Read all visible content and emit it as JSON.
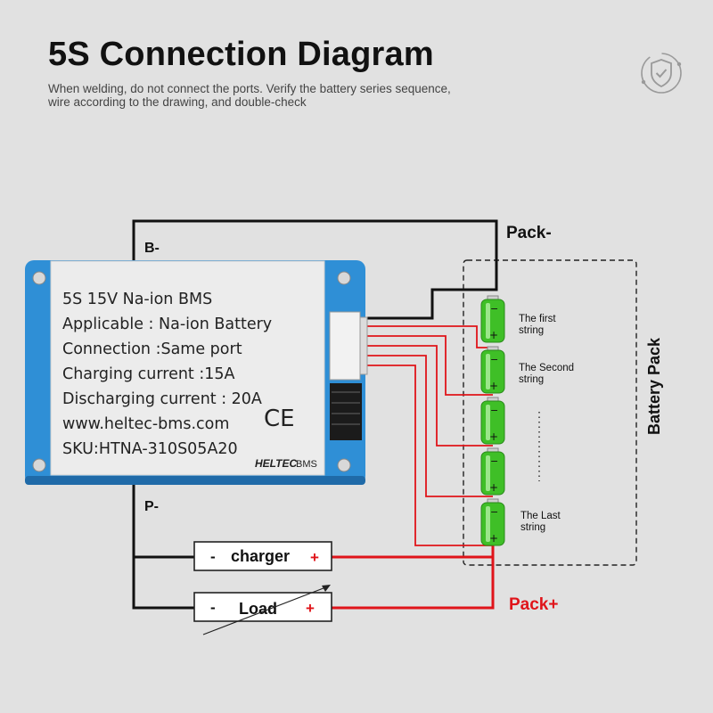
{
  "title": "5S Connection Diagram",
  "subtitle": {
    "line1": "When welding, do not connect the ports. Verify the battery series sequence,",
    "line2": "wire according to the drawing, and double-check"
  },
  "bms": {
    "lines": [
      "5S 15V Na-ion BMS",
      "Applicable : Na-ion Battery",
      "Connection :Same port",
      "Charging current :15A",
      "Discharging current : 20A",
      "www.heltec-bms.com",
      "SKU:HTNA-310S05A20"
    ],
    "ce_mark": "CE",
    "brand": "HELTEC",
    "brand_suffix": "BMS"
  },
  "labels": {
    "b_minus": "B-",
    "p_minus": "P-",
    "pack_minus": "Pack-",
    "pack_plus": "Pack+",
    "battery_pack": "Battery Pack"
  },
  "charger": {
    "minus": "-",
    "label": "charger",
    "plus": "+"
  },
  "load": {
    "minus": "-",
    "label": "Load",
    "plus": "+"
  },
  "cells": {
    "first_line1": "The first",
    "first_line2": "string",
    "second_line1": "The Second",
    "second_line2": "string",
    "last_line1": "The Last",
    "last_line2": "string",
    "cell_plus": "+",
    "cell_minus": "−"
  },
  "colors": {
    "wire_black": "#111111",
    "wire_red": "#e0141a",
    "pack_plus_text": "#e0141a",
    "cell_green": "#3fbf27",
    "board_blue": "#2f8fd6"
  }
}
